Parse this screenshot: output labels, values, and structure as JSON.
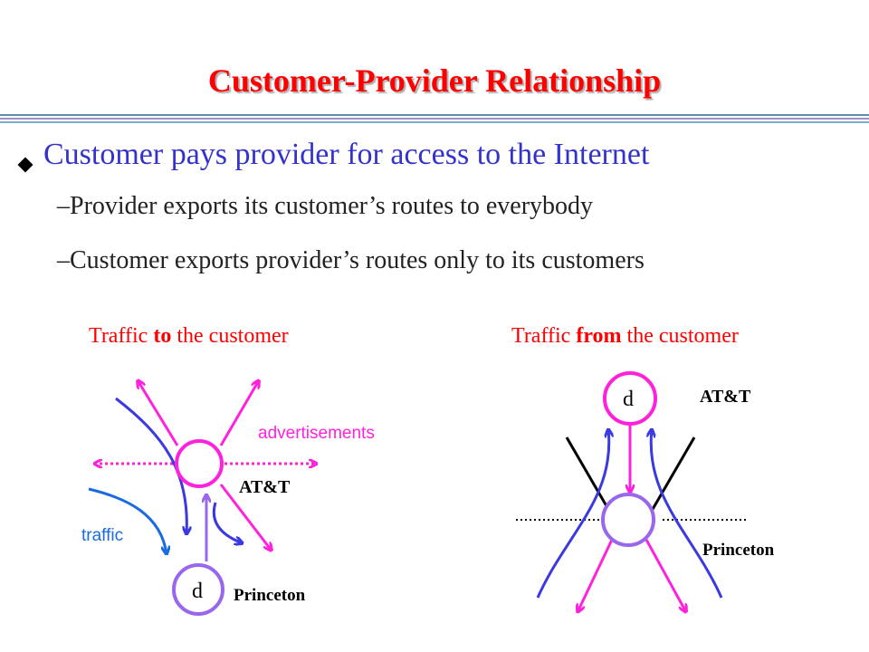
{
  "slide": {
    "title": "Customer-Provider Relationship",
    "bullet_main": "Customer pays provider for access to the Internet",
    "sub_bullets": [
      "–Provider exports its customer’s routes to everybody",
      "–Customer exports provider’s routes only to its customers"
    ]
  },
  "left_diagram": {
    "caption_pre": "Traffic ",
    "caption_bold": "to",
    "caption_post": " the customer",
    "advertisements_label": "advertisements",
    "traffic_label": "traffic",
    "provider_label": "AT&T",
    "customer_label": "Princeton",
    "node_label": "d"
  },
  "right_diagram": {
    "caption_pre": "Traffic ",
    "caption_bold": "from",
    "caption_post": " the customer",
    "provider_label": "AT&T",
    "customer_label": "Princeton",
    "node_label": "d"
  },
  "colors": {
    "title": "#ff0000",
    "main_bullet": "#3333cc",
    "magenta": "#ff22dd",
    "blue": "#3a3ae0",
    "traffic_blue": "#1a6ae0",
    "node_stroke": "#9966ee"
  }
}
